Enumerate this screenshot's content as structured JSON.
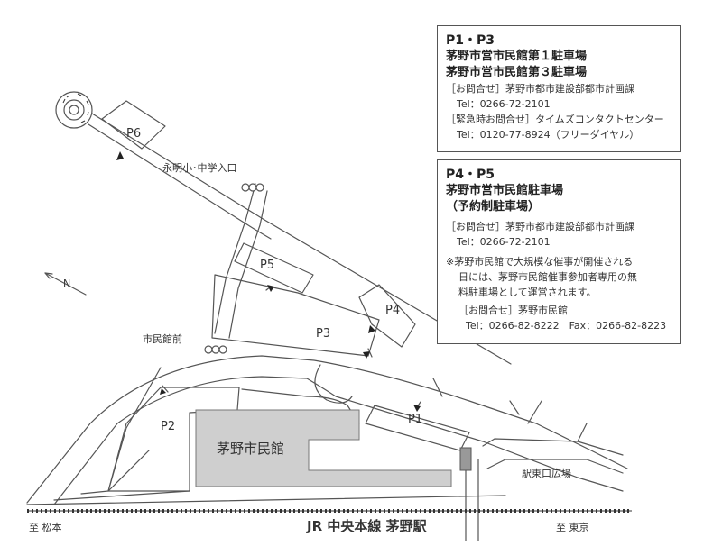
{
  "info_p1p3": {
    "title": "P1・P3",
    "lot1": "茅野市営市民館第１駐車場",
    "lot3": "茅野市営市民館第３駐車場",
    "inquiry": "［お問合せ］茅野市都市建設部都市計画課",
    "inquiry_tel": "Tel：0266-72-2101",
    "emergency": "［緊急時お問合せ］タイムズコンタクトセンター",
    "emergency_tel": "Tel：0120-77-8924（フリーダイヤル）"
  },
  "info_p4p5": {
    "title": "P4・P5",
    "lot": "茅野市営市民館駐車場",
    "lot_note": "（予約制駐車場）",
    "inquiry": "［お問合せ］茅野市都市建設部都市計画課",
    "inquiry_tel": "Tel：0266-72-2101",
    "note_line1": "※茅野市民館で大規模な催事が開催される",
    "note_line2": "日には、茅野市民館催事参加者専用の無",
    "note_line3": "料駐車場として運営されます。",
    "hall_inquiry": "［お問合せ］茅野市民館",
    "hall_tel": "Tel：0266-82-8222　Fax：0266-82-8223"
  },
  "map": {
    "parking": [
      "P6",
      "P5",
      "P4",
      "P3",
      "P2",
      "P1"
    ],
    "building": "茅野市民館",
    "bus_stop_school": "永明小･中学入口",
    "bus_stop_hall": "市民館前",
    "station_square": "駅東口広場",
    "north": "N",
    "rail_line": "JR 中央本線 茅野駅",
    "to_matsumoto": "至 松本",
    "to_tokyo": "至 東京"
  }
}
